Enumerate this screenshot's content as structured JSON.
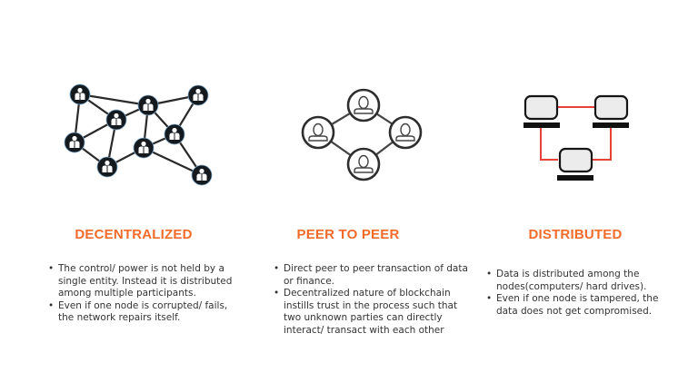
{
  "accent_color": "#f36b2b",
  "sections": [
    {
      "title": "DECENTRALIZED",
      "icon": "decentralized-network-icon",
      "bullets": [
        "The control/ power is not held by a single entity. Instead it is distributed among multiple participants.",
        "Even if one node is corrupted/ fails, the network repairs itself."
      ]
    },
    {
      "title": "PEER TO PEER",
      "icon": "peer-to-peer-ring-icon",
      "bullets": [
        "Direct peer to peer transaction of data or finance.",
        "Decentralized nature of blockchain instills trust in the process such that two unknown parties can directly interact/ transact with each other"
      ]
    },
    {
      "title": "DISTRIBUTED",
      "icon": "distributed-computers-icon",
      "bullets": [
        "Data is distributed among the nodes(computers/ hard drives).",
        "Even if one node is tampered, the data does not get compromised."
      ]
    }
  ]
}
